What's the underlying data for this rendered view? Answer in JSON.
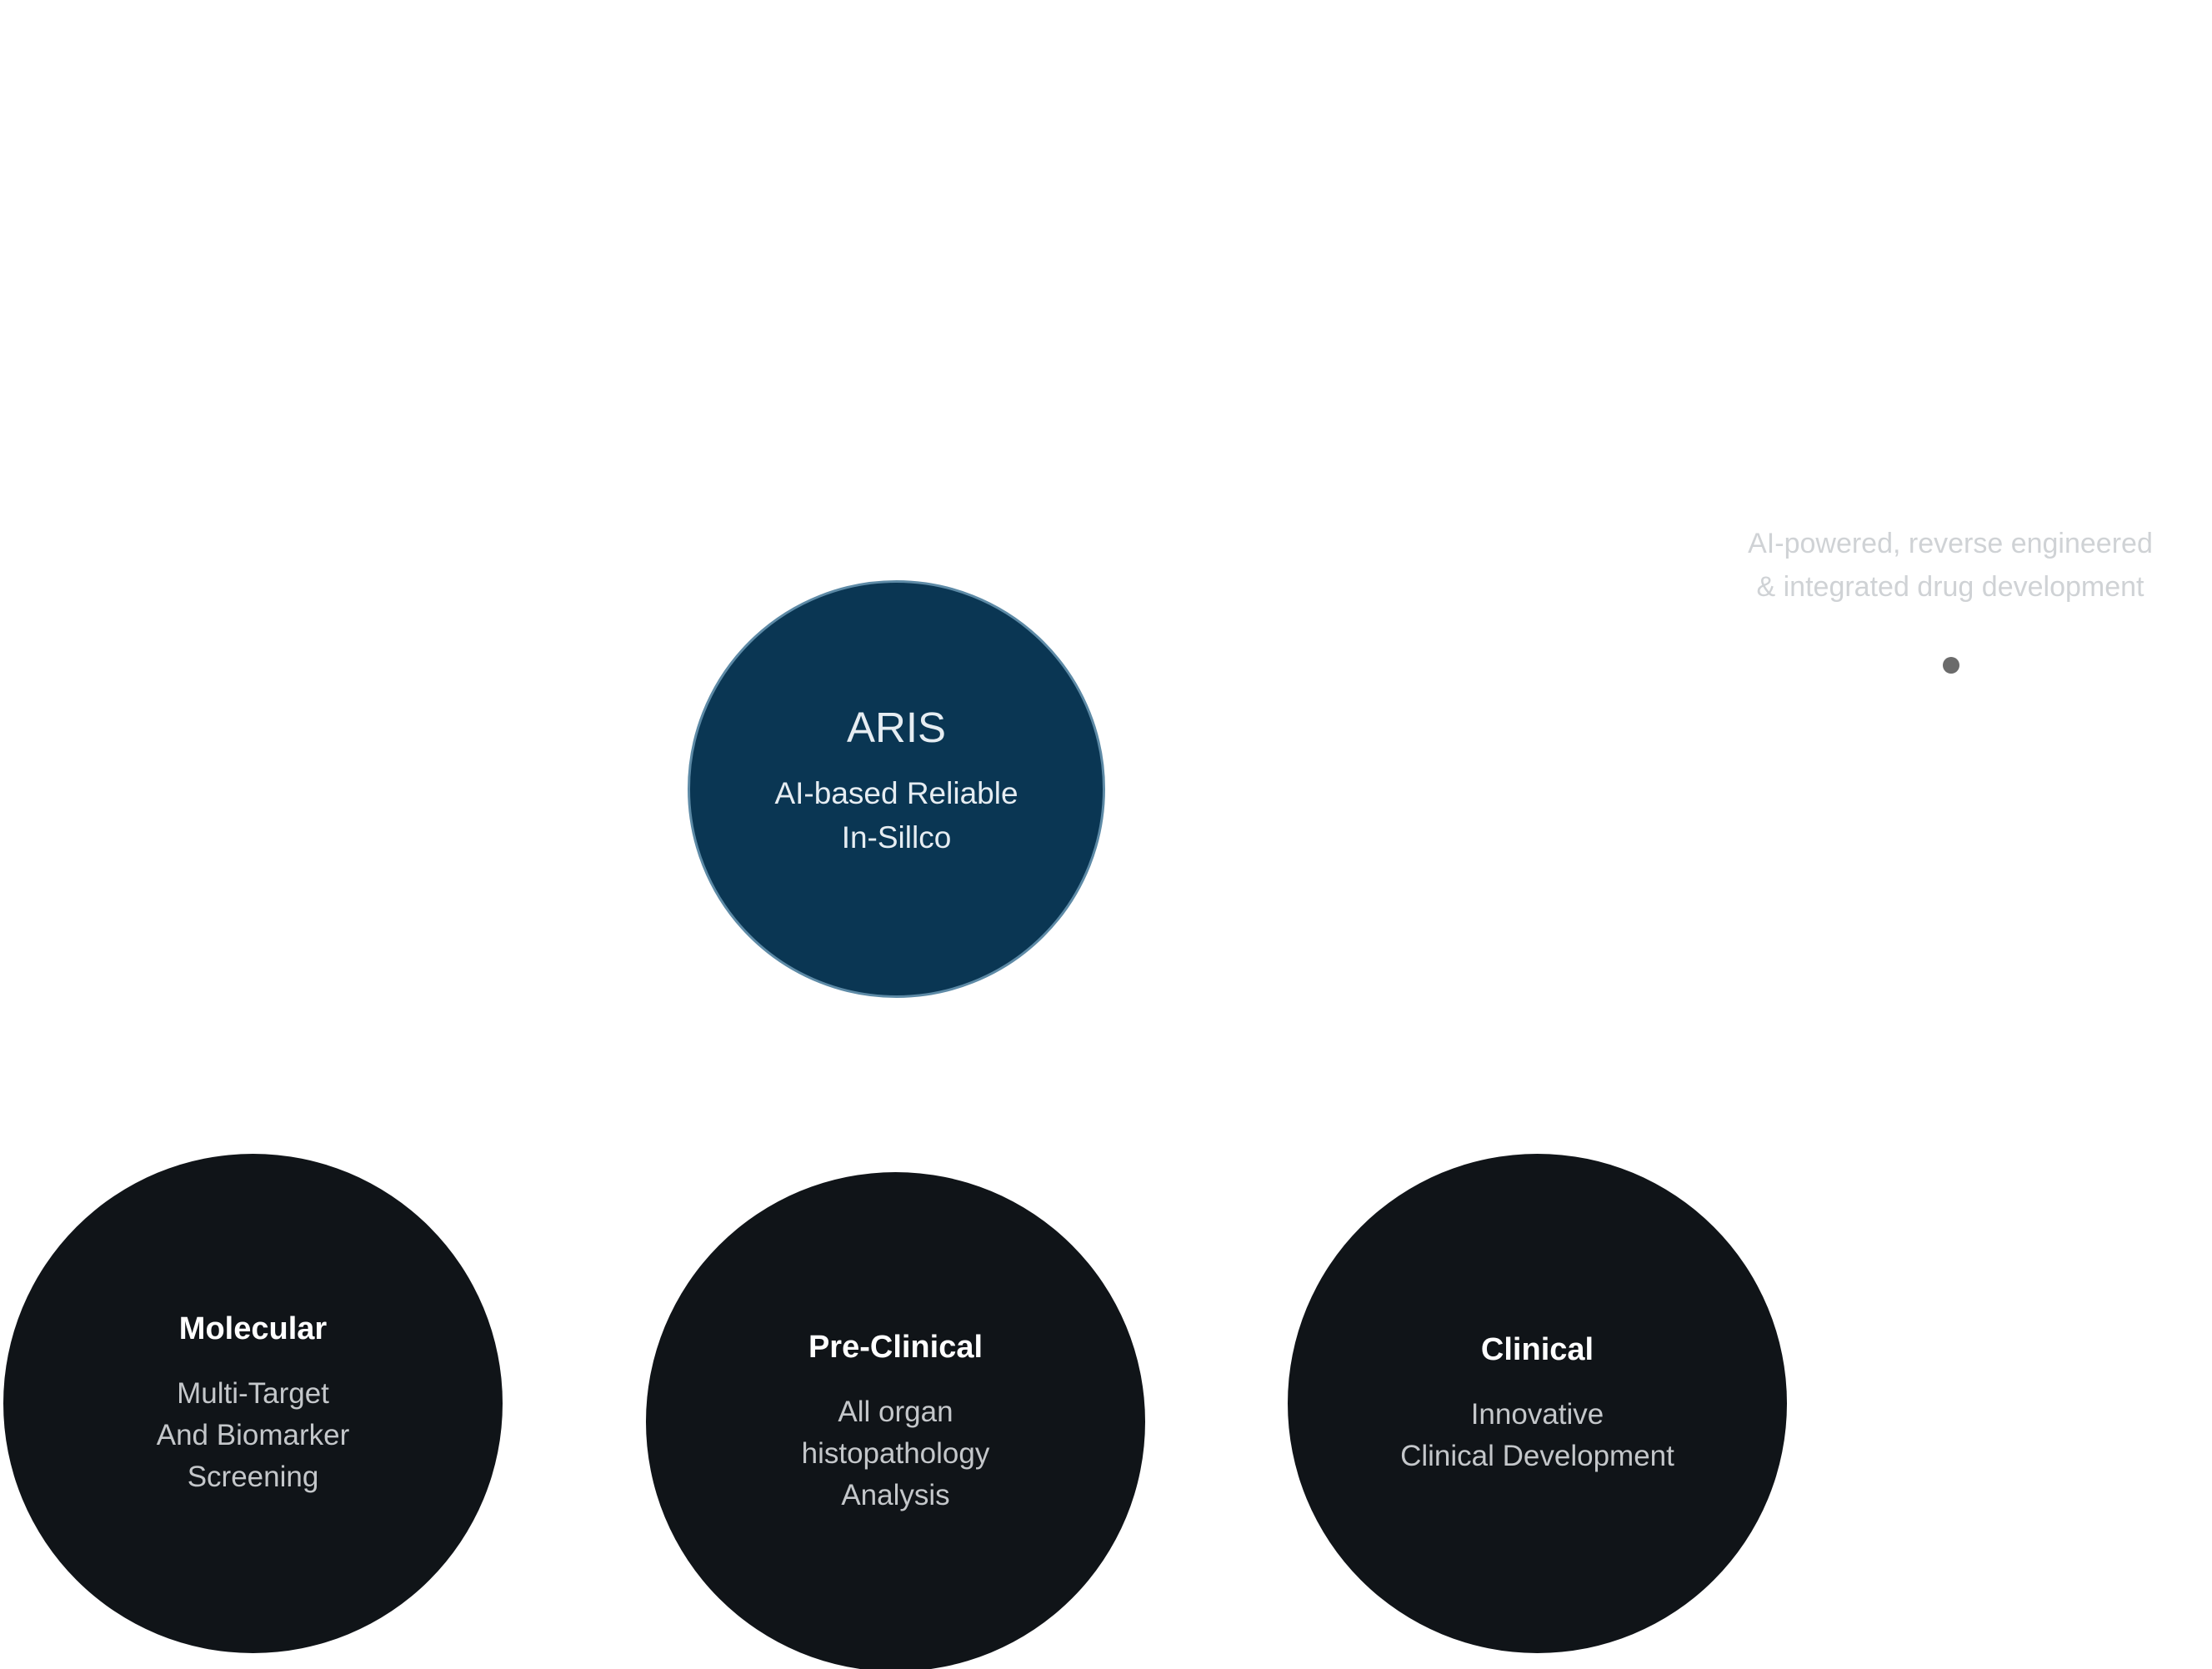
{
  "center": {
    "title": "ARIS",
    "subtitle": "AI-based Reliable\nIn-Sillco"
  },
  "stages": [
    {
      "title": "Molecular",
      "description": "Multi-Target\nAnd Biomarker\nScreening"
    },
    {
      "title": "Pre-Clinical",
      "description": "All organ\nhistopathology\nAnalysis"
    },
    {
      "title": "Clinical",
      "description": "Innovative\nClinical Development"
    }
  ],
  "tagline": "AI-powered, reverse engineered\n& integrated drug development",
  "colors": {
    "center_fill": "#0a3653",
    "center_border": "#5d8aa6",
    "stage_fill": "#101418",
    "dot": "#6b6b6b"
  }
}
